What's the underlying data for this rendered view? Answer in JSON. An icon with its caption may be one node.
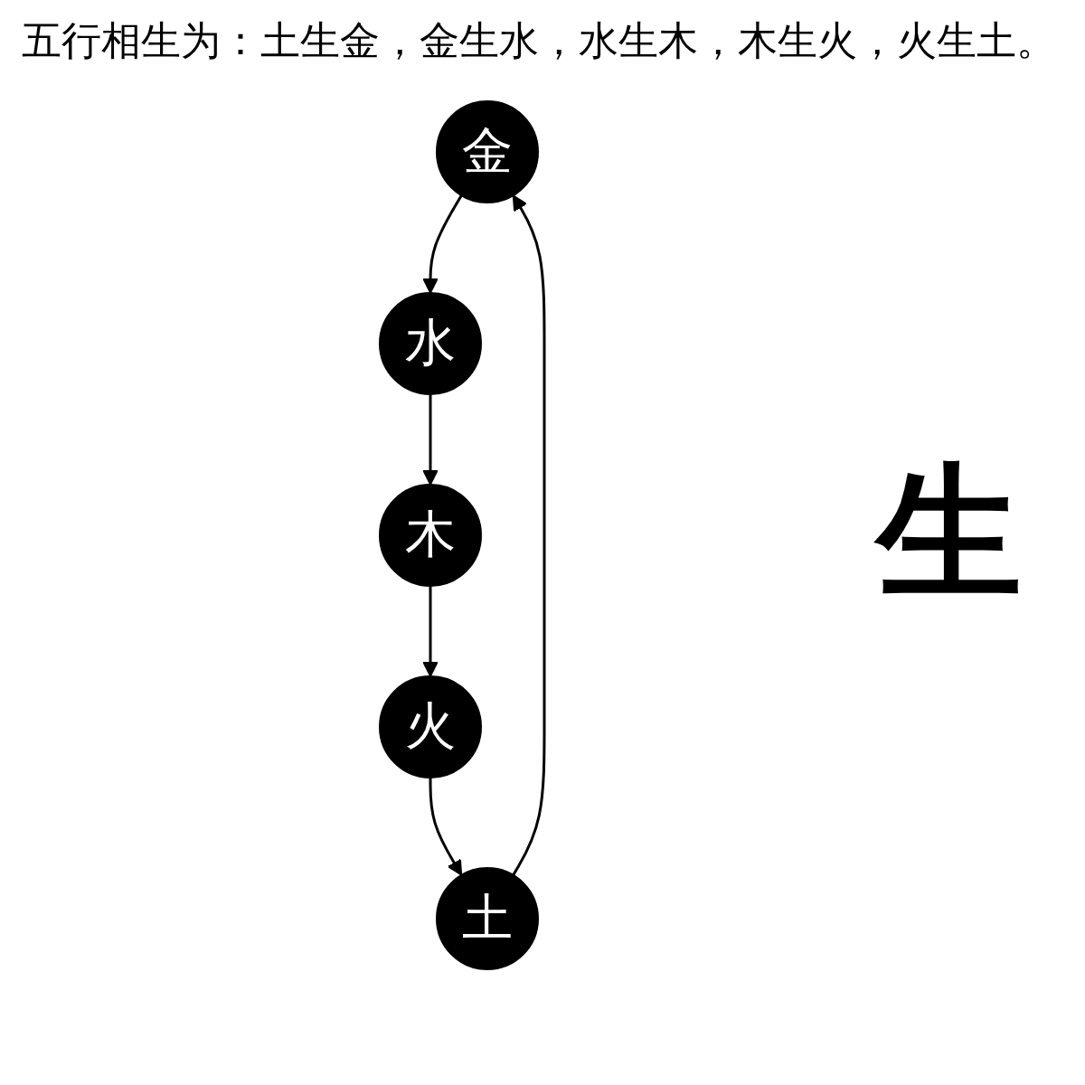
{
  "diagram": {
    "title": "五行相生为：土生金，金生水，水生木，木生火，火生土。",
    "nodes": [
      {
        "text": [
          "金"
        ]
      },
      {
        "text": [
          "土"
        ]
      },
      {
        "text": [
          "水"
        ]
      },
      {
        "text": [
          "火"
        ]
      },
      {
        "text": [
          "木"
        ]
      }
    ],
    "edges": [
      {
        "from": 1,
        "to": 0,
        "arrow": "to"
      },
      {
        "from": 0,
        "to": 2,
        "arrow": "to"
      },
      {
        "from": 2,
        "to": 4,
        "arrow": "to"
      },
      {
        "from": 4,
        "to": 3,
        "arrow": "to"
      },
      {
        "from": 3,
        "to": 1,
        "arrow": "to"
      }
    ],
    "labels": [
      "生"
    ]
  }
}
